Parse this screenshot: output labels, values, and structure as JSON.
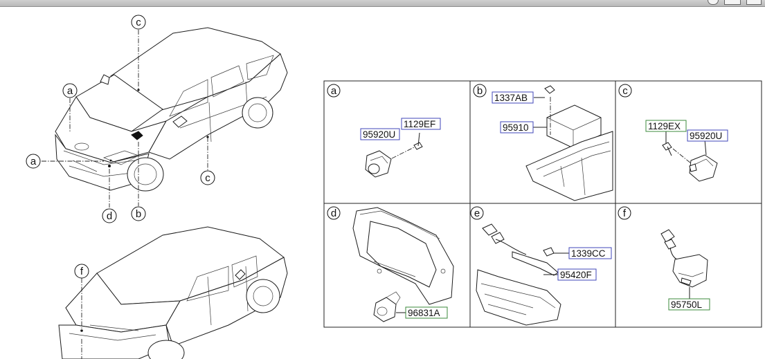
{
  "colors": {
    "part_box_blue": "#3f45b8",
    "part_box_green": "#3b8a3b",
    "line": "#1a1a1a"
  },
  "toolbar": {
    "icons": [
      "circle-icon",
      "keyboard-icon",
      "window-icon"
    ]
  },
  "car_callouts": {
    "c_top": "c",
    "a_upper": "a",
    "a_left": "a",
    "c_right": "c",
    "d": "d",
    "b": "b",
    "f": "f"
  },
  "panels": {
    "a": {
      "label": "a",
      "parts": [
        "95920U",
        "1129EF"
      ]
    },
    "b": {
      "label": "b",
      "parts": [
        "1337AB",
        "95910"
      ]
    },
    "c": {
      "label": "c",
      "parts": [
        "1129EX",
        "95920U"
      ]
    },
    "d": {
      "label": "d",
      "parts": [
        "96831A"
      ]
    },
    "e": {
      "label": "e",
      "parts": [
        "1339CC",
        "95420F"
      ]
    },
    "f": {
      "label": "f",
      "parts": [
        "95750L"
      ]
    }
  }
}
